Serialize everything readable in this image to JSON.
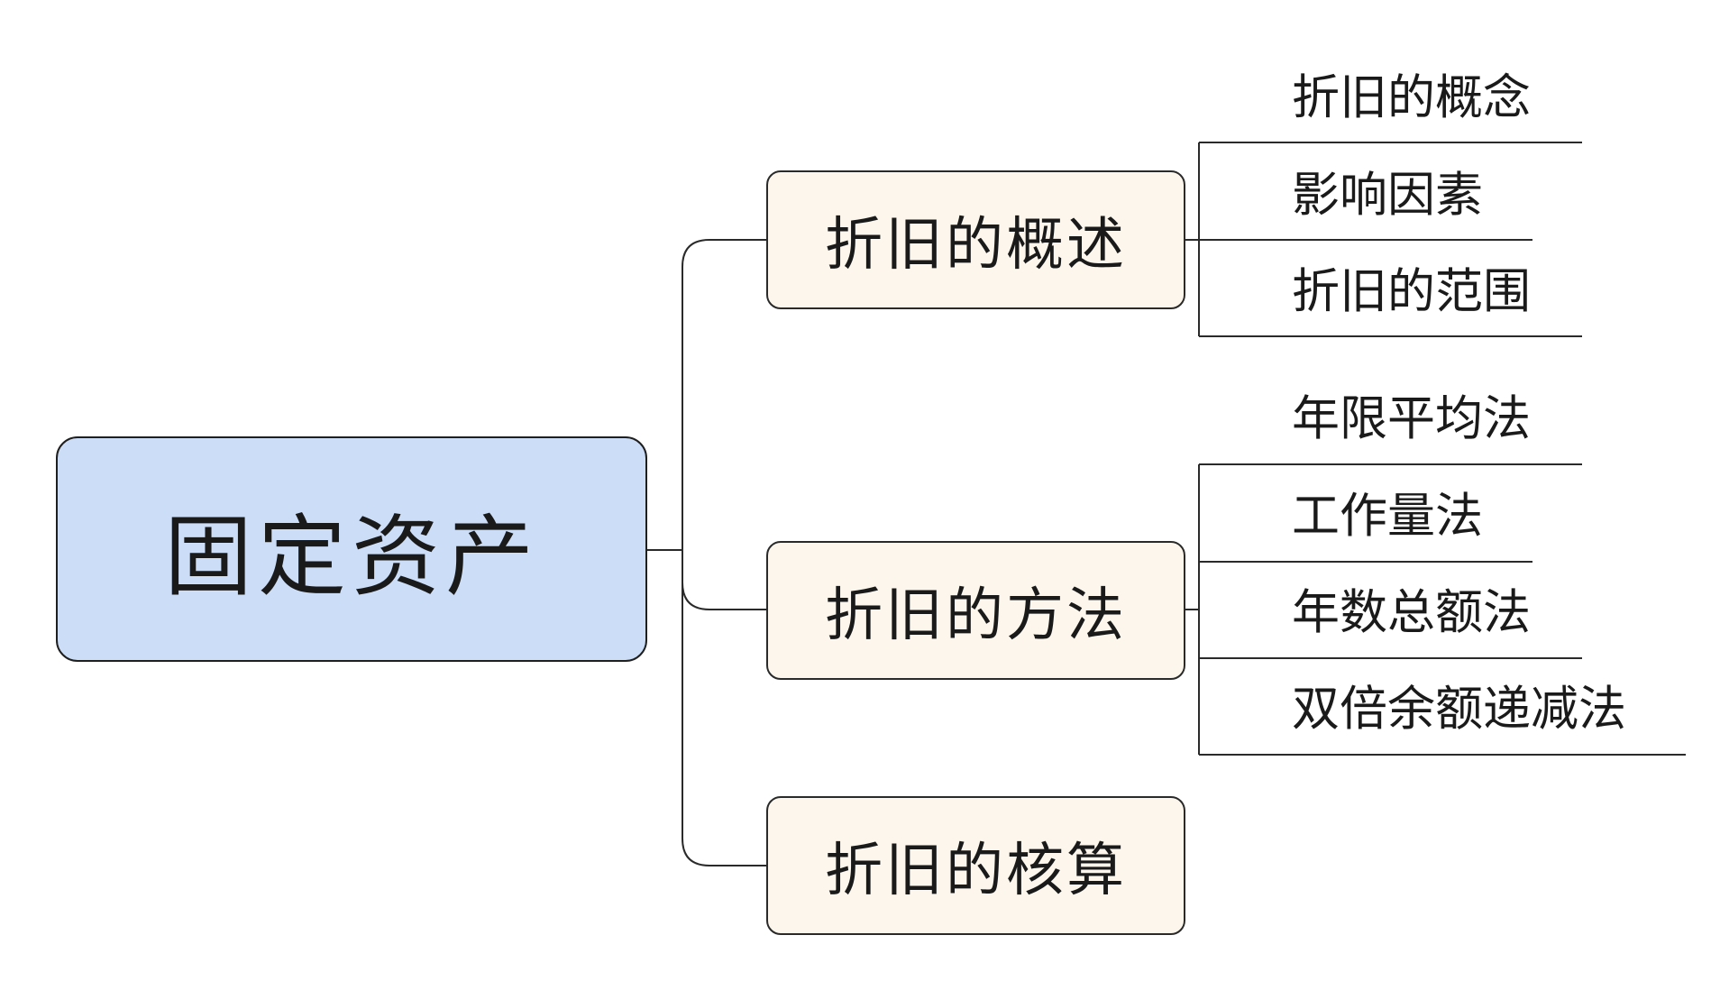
{
  "root": {
    "label": "固定资产"
  },
  "branches": [
    {
      "label": "折旧的概述",
      "leaves": [
        "折旧的概念",
        "影响因素",
        "折旧的范围"
      ]
    },
    {
      "label": "折旧的方法",
      "leaves": [
        "年限平均法",
        "工作量法",
        "年数总额法",
        "双倍余额递减法"
      ]
    },
    {
      "label": "折旧的核算",
      "leaves": []
    }
  ],
  "colors": {
    "root_fill": "#ccddf7",
    "branch_fill": "#fcf6ec",
    "line": "#2a2a2a"
  }
}
